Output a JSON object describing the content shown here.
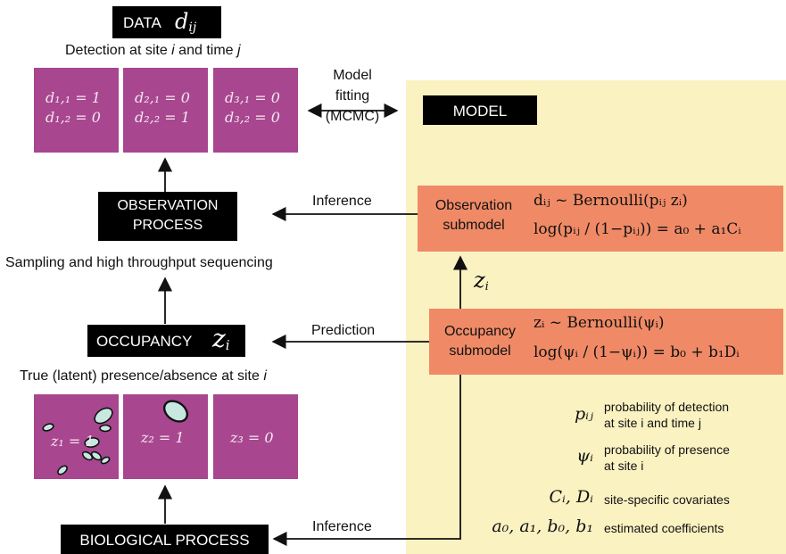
{
  "data_section": {
    "label": "DATA",
    "symbol": "d",
    "symbol_sub": "ij",
    "caption_pre": "Detection at site ",
    "caption_i": "i",
    "caption_mid": " and time ",
    "caption_j": "j",
    "sites": [
      {
        "line1": "d₁,₁ = 1",
        "line2": "d₁,₂ = 0"
      },
      {
        "line1": "d₂,₁ = 0",
        "line2": "d₂,₂ = 1"
      },
      {
        "line1": "d₃,₁ = 0",
        "line2": "d₃,₂ = 0"
      }
    ]
  },
  "model_fitting": {
    "line1": "Model",
    "line2": "fitting",
    "line3": "(MCMC)"
  },
  "model_label": "MODEL",
  "observation_process": {
    "line1": "OBSERVATION",
    "line2": "PROCESS"
  },
  "sampling_caption": "Sampling and high throughput sequencing",
  "occupancy": {
    "label": "OCCUPANCY",
    "symbol": "z",
    "symbol_sub": "i"
  },
  "presence_caption_pre": "True (latent) presence/absence at site ",
  "presence_caption_i": "i",
  "occupancy_sites": [
    "z₁ = 1",
    "z₂ = 1",
    "z₃ = 0"
  ],
  "biological_process": "BIOLOGICAL PROCESS",
  "arrows": {
    "inference_top": "Inference",
    "prediction": "Prediction",
    "inference_bottom": "Inference",
    "z_link": "z",
    "z_link_sub": "i"
  },
  "observation_submodel": {
    "line1": "Observation",
    "line2": "submodel",
    "eq1": "dᵢⱼ ~ Bernoulli(pᵢⱼ zᵢ)",
    "eq2": "log(pᵢⱼ / (1−pᵢⱼ)) = a₀ + a₁Cᵢ"
  },
  "occupancy_submodel": {
    "line1": "Occupancy",
    "line2": "submodel",
    "eq1": "zᵢ ~ Bernoulli(ψᵢ)",
    "eq2": "log(ψᵢ / (1−ψᵢ)) = b₀ + b₁Dᵢ"
  },
  "legend": [
    {
      "symbol": "pᵢⱼ",
      "desc_line1": "probability of detection",
      "desc_line2": "at site i and time j"
    },
    {
      "symbol": "ψᵢ",
      "desc_line1": "probability of presence",
      "desc_line2": "at site i"
    },
    {
      "symbol": "Cᵢ, Dᵢ",
      "desc_line1": "site-specific covariates",
      "desc_line2": ""
    },
    {
      "symbol": "a₀, a₁, b₀, b₁",
      "desc_line1": "estimated coefficients",
      "desc_line2": ""
    }
  ],
  "colors": {
    "site_fill": "#a8468f",
    "model_bg": "#fbf2c2",
    "submodel_fill": "#f08a66",
    "label_bg": "#000000",
    "blob_fill": "#c7e8e0"
  }
}
